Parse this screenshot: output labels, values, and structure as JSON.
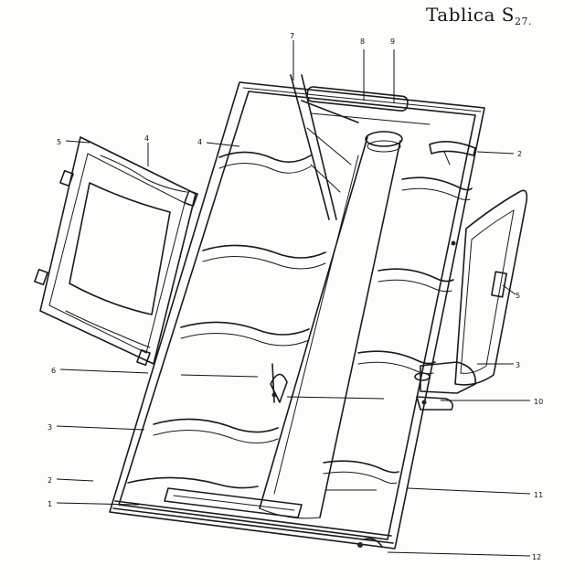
{
  "plate": {
    "title_main": "Tablica S",
    "title_sub": "27."
  },
  "callouts": {
    "c7": "7",
    "c8": "8",
    "c9": "9",
    "c5_left": "5",
    "c4_upper": "4",
    "c4_mid": "4",
    "c2_right": "2",
    "c5_right": "5",
    "c6": "6",
    "c3_right": "3",
    "c10": "10",
    "c3_left": "3",
    "c2_left": "2",
    "c1": "1",
    "c11": "11",
    "c12": "12"
  }
}
